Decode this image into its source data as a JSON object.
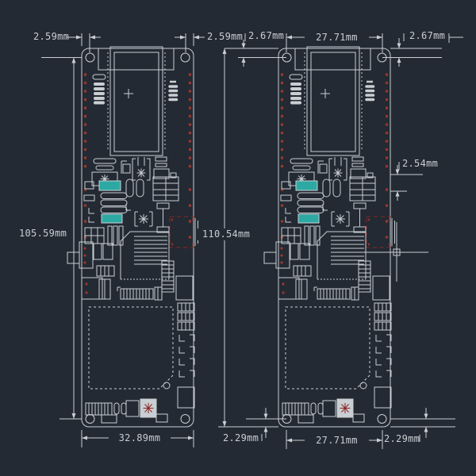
{
  "drawing": {
    "background_color": "#232a33",
    "line_color": "#c9ced3",
    "pin_hole_color": "#9c372c",
    "component_highlight_color": "#2da9a4",
    "connector_outline_color": "#8c2420",
    "left_board": {
      "dim_top_left": "2.59mm",
      "dim_top_right": "2.59mm",
      "dim_height": "105.59mm",
      "dim_width": "32.89mm"
    },
    "right_board": {
      "dim_top_left": "2.67mm",
      "dim_top_center": "27.71mm",
      "dim_top_right": "2.67mm",
      "dim_pin_pitch": "2.54mm",
      "dim_height": "110.54mm",
      "dim_bottom_left": "2.29mm",
      "dim_bottom_center": "27.71mm",
      "dim_bottom_right": "2.29mm"
    }
  }
}
